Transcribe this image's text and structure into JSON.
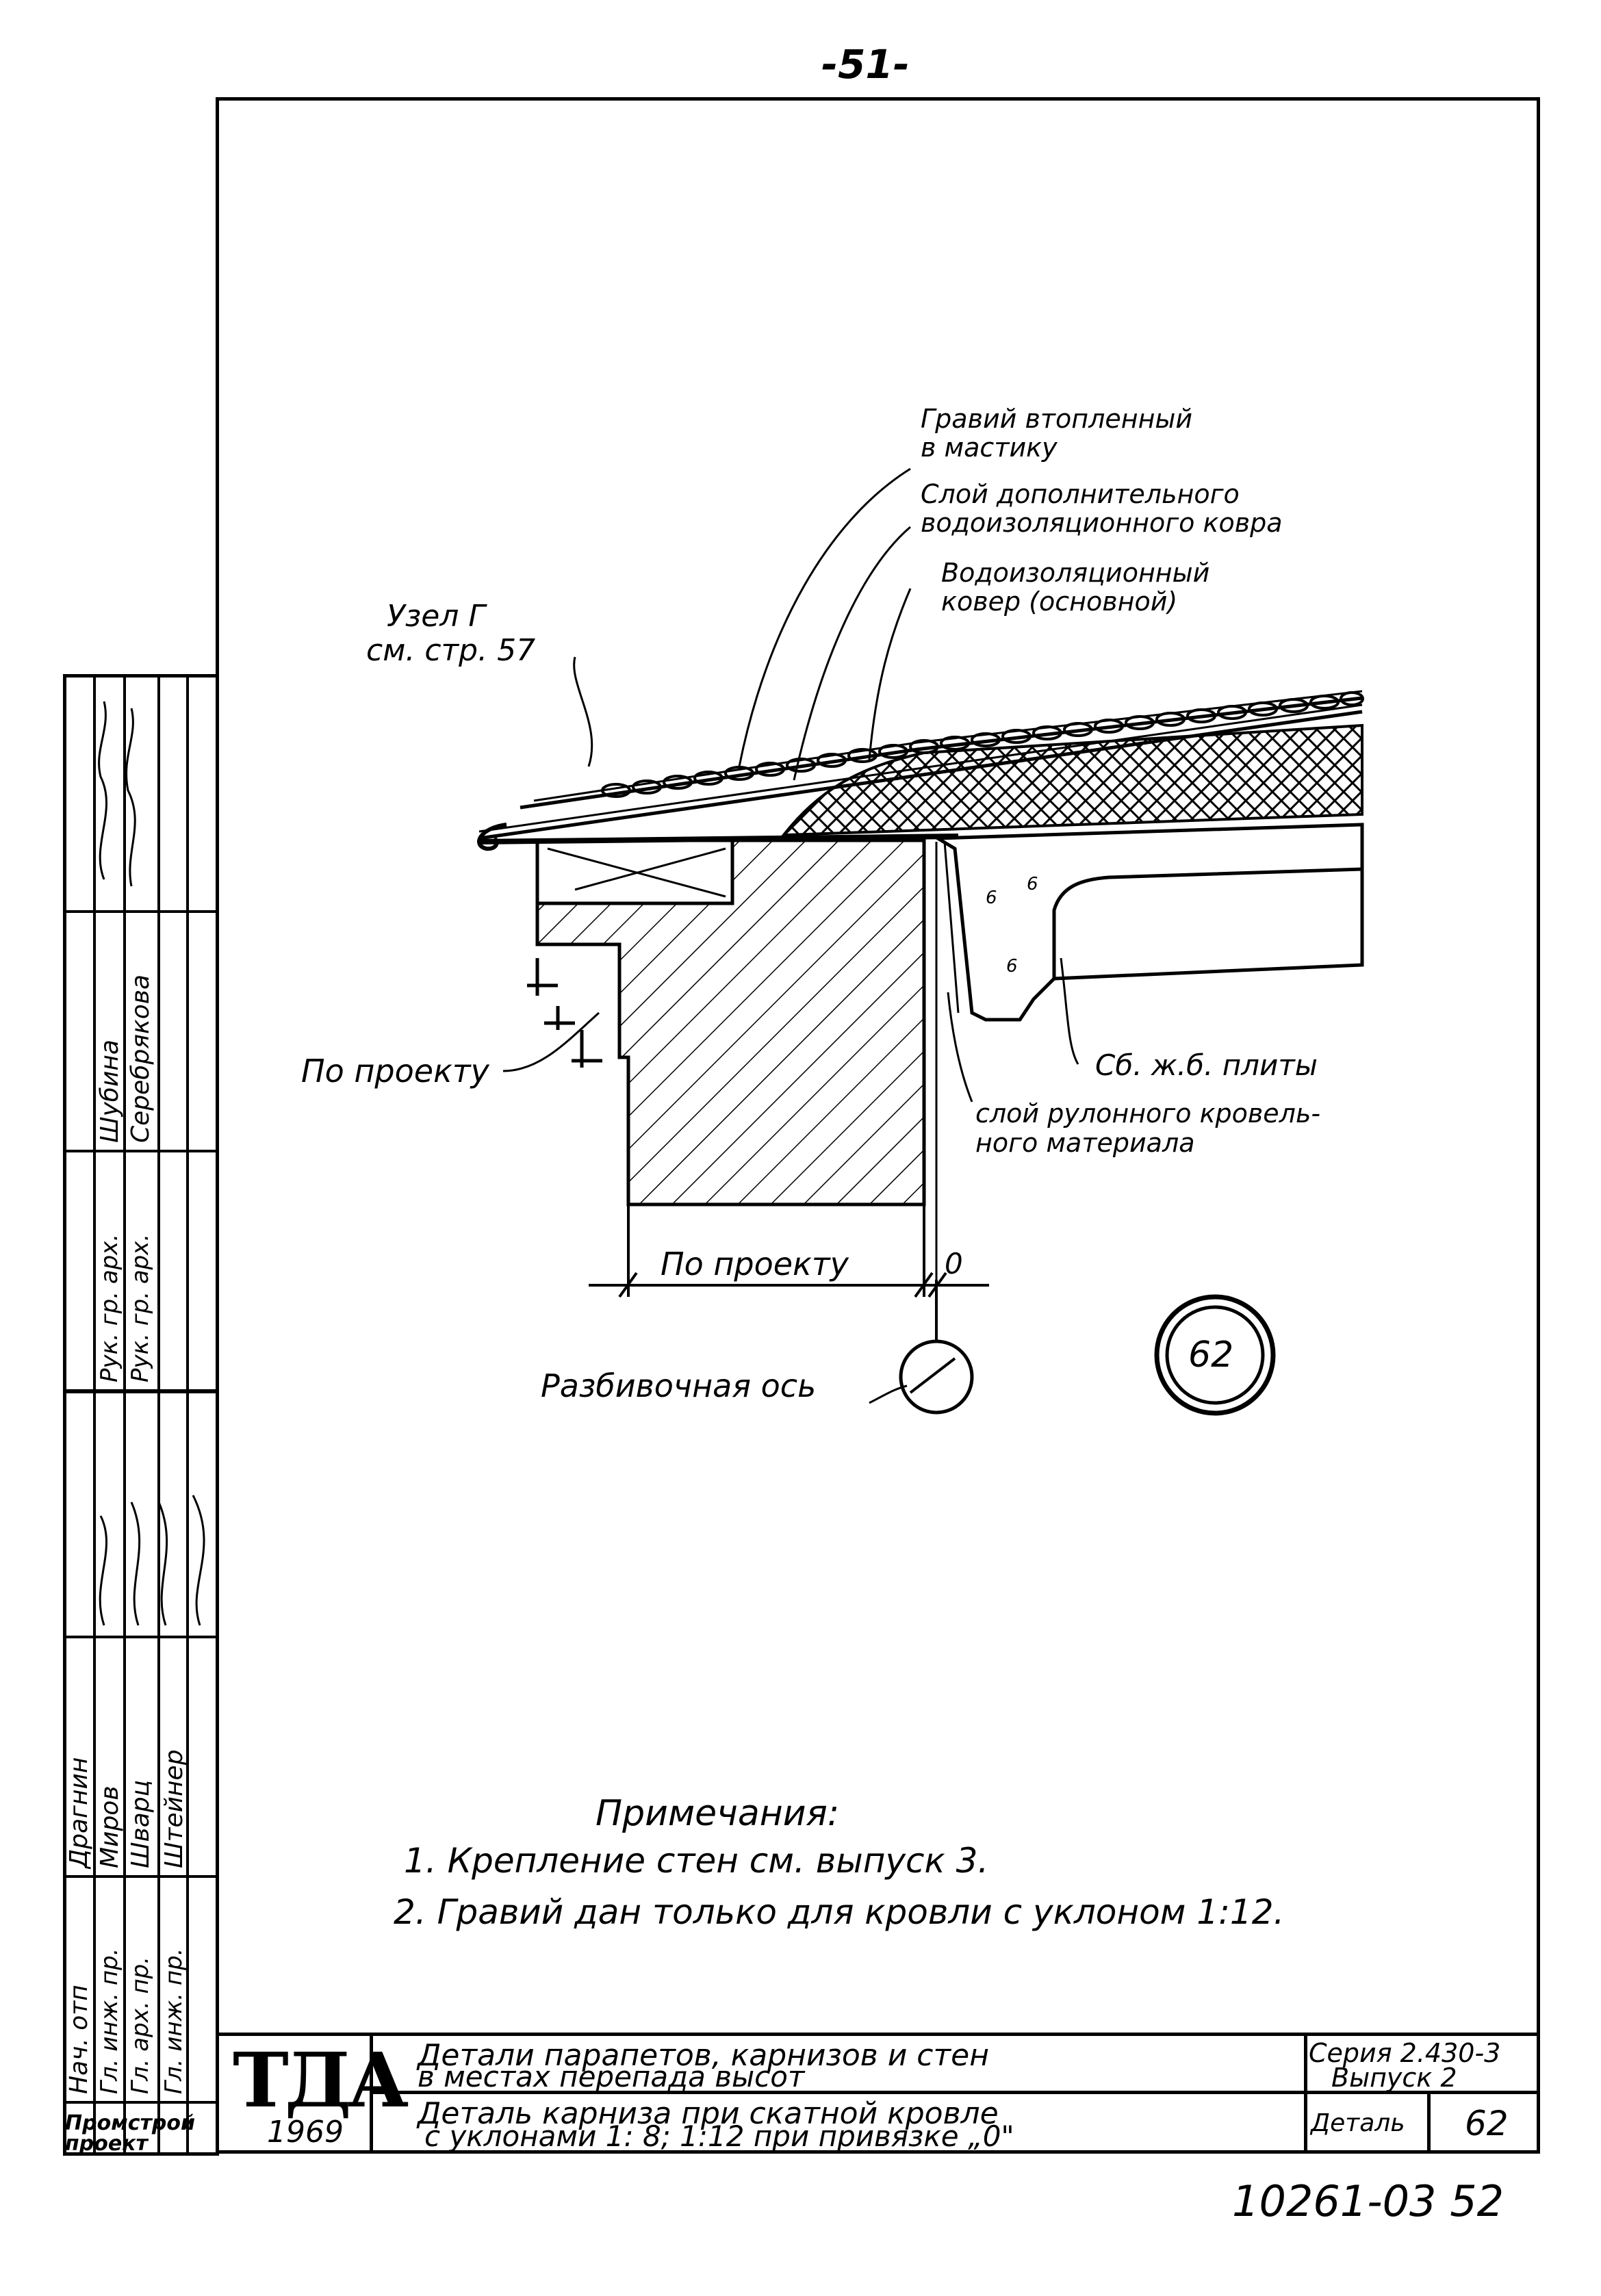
{
  "page_number": "-51-",
  "callouts": {
    "gravel": [
      "Гравий втопленный",
      "в мастику"
    ],
    "extra_layer": [
      "Слой дополнительного",
      "водоизоляционного ковра"
    ],
    "main_layer": [
      "Водоизоляционный",
      "ковер (основной)"
    ],
    "node_ref": [
      "Узел Г",
      "см. стр. 57"
    ],
    "slabs": "Сб. ж.б. плиты",
    "roll_layer": [
      "слой рулонного кровель-",
      "ного материала"
    ],
    "by_project_left": "По проекту",
    "by_project_dim": "По проекту",
    "zero_dim": "0",
    "axis_label": "Разбивочная ось",
    "sheet_marker": "62"
  },
  "notes": {
    "title": "Примечания:",
    "items": [
      "1. Крепление стен см. выпуск 3.",
      "2. Гравий дан только для кровли с уклоном 1:12."
    ]
  },
  "side_stamp": {
    "cols": [
      [
        "Нач. отп",
        "Гл. инж. пр.",
        "Гл. арх. пр.",
        "Гл. инж. пр."
      ],
      [
        "Драгнин",
        "Миров",
        "Шварц",
        "Штейнер"
      ],
      [
        "Рук. гр. арх.",
        "Рук. гр. арх."
      ],
      [
        "Шубина",
        "Серебрякова"
      ]
    ],
    "org": [
      "Промстрой",
      "проект"
    ]
  },
  "title_block": {
    "logo": "ТДА",
    "year": "1969",
    "title_1": [
      "Детали парапетов, карнизов и стен",
      "в местах перепада высот"
    ],
    "title_2": [
      "Деталь карниза при скатной кровле",
      "с уклонами 1: 8; 1:12 при привязке „0\""
    ],
    "series": [
      "Серия 2.430-3",
      "Выпуск 2"
    ],
    "detail_label": "Деталь",
    "detail_number": "62"
  },
  "doc_code": "10261-03 52"
}
